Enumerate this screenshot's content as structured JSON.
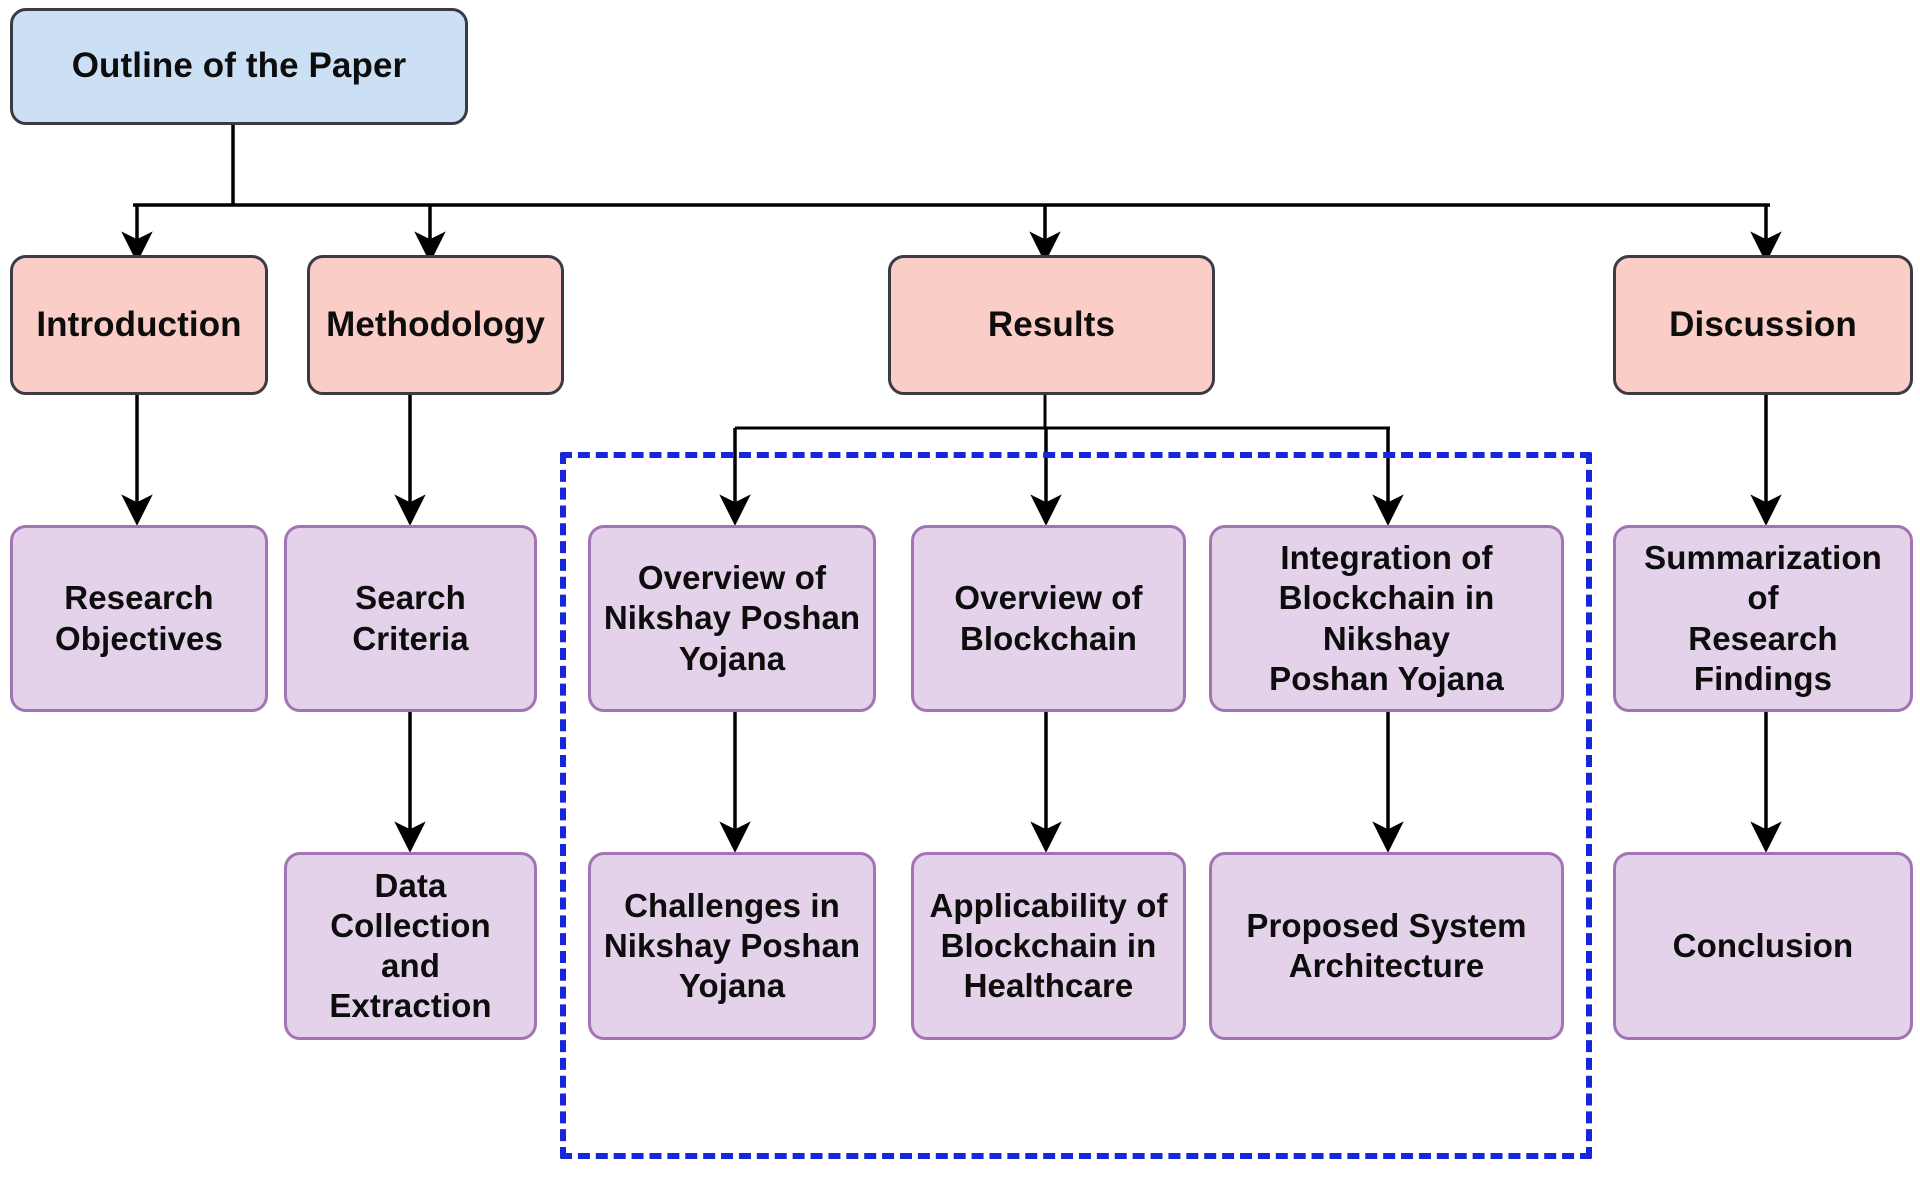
{
  "diagram": {
    "title": "Outline of the Paper",
    "type": "flowchart",
    "background": "#ffffff",
    "colors": {
      "root_fill": "#cce0f5",
      "section_fill": "#fbcdc7",
      "sub_fill": "#e3d2ea",
      "dark_border": "#3b3b45",
      "sub_border": "#a374b4",
      "edge": "#000000",
      "dashed_group": "#1726d8"
    }
  },
  "nodes": {
    "root": {
      "label": "Outline of the Paper"
    },
    "sections": [
      {
        "id": "introduction",
        "label": "Introduction"
      },
      {
        "id": "methodology",
        "label": "Methodology"
      },
      {
        "id": "results",
        "label": "Results"
      },
      {
        "id": "discussion",
        "label": "Discussion"
      }
    ],
    "subs": [
      {
        "id": "research-objectives",
        "line1": "Research",
        "line2": "Objectives",
        "line3": ""
      },
      {
        "id": "search-criteria",
        "line1": "Search Criteria",
        "line2": "",
        "line3": ""
      },
      {
        "id": "data-collection-and-extraction",
        "line1": "Data Collection",
        "line2": "and Extraction",
        "line3": ""
      },
      {
        "id": "overview-of-nikshay-poshan-yojana",
        "line1": "Overview of",
        "line2": "Nikshay Poshan",
        "line3": "Yojana"
      },
      {
        "id": "overview-of-blockchain",
        "line1": "Overview of",
        "line2": "Blockchain",
        "line3": ""
      },
      {
        "id": "integration-of-blockchain-in-nikshay-poshan-yojana",
        "line1": "Integration of",
        "line2": "Blockchain in Nikshay",
        "line3": "Poshan Yojana"
      },
      {
        "id": "challenges-in-nikshay-poshan-yojana",
        "line1": "Challenges in",
        "line2": "Nikshay Poshan",
        "line3": "Yojana"
      },
      {
        "id": "applicability-of-blockchain-in-healthcare",
        "line1": "Applicability of",
        "line2": "Blockchain in",
        "line3": "Healthcare"
      },
      {
        "id": "proposed-system-architecture",
        "line1": "Proposed System",
        "line2": "Architecture",
        "line3": ""
      },
      {
        "id": "summarization-of-research-findings",
        "line1": "Summarization of",
        "line2": "Research Findings",
        "line3": ""
      },
      {
        "id": "conclusion",
        "line1": "Conclusion",
        "line2": "",
        "line3": ""
      }
    ]
  },
  "edges": [
    {
      "from": "root",
      "to": "introduction"
    },
    {
      "from": "root",
      "to": "methodology"
    },
    {
      "from": "root",
      "to": "results"
    },
    {
      "from": "root",
      "to": "discussion"
    },
    {
      "from": "introduction",
      "to": "research-objectives"
    },
    {
      "from": "methodology",
      "to": "search-criteria"
    },
    {
      "from": "search-criteria",
      "to": "data-collection-and-extraction"
    },
    {
      "from": "results",
      "to": "overview-of-nikshay-poshan-yojana"
    },
    {
      "from": "results",
      "to": "overview-of-blockchain"
    },
    {
      "from": "results",
      "to": "integration-of-blockchain-in-nikshay-poshan-yojana"
    },
    {
      "from": "overview-of-nikshay-poshan-yojana",
      "to": "challenges-in-nikshay-poshan-yojana"
    },
    {
      "from": "overview-of-blockchain",
      "to": "applicability-of-blockchain-in-healthcare"
    },
    {
      "from": "integration-of-blockchain-in-nikshay-poshan-yojana",
      "to": "proposed-system-architecture"
    },
    {
      "from": "discussion",
      "to": "summarization-of-research-findings"
    },
    {
      "from": "summarization-of-research-findings",
      "to": "conclusion"
    }
  ],
  "group_box": {
    "id": "results-subtree-group",
    "style": "dashed",
    "color": "#1726d8",
    "label": ""
  }
}
